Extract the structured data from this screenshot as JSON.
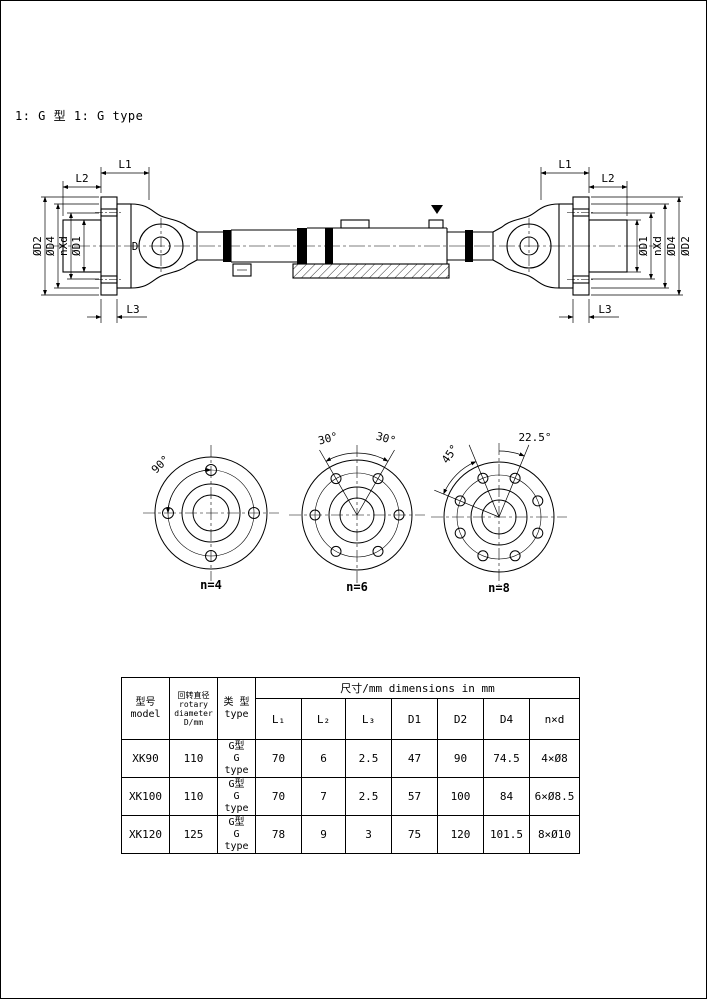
{
  "title": "1: G 型 1: G type",
  "shaft": {
    "dim_l1_left": "L1",
    "dim_l2_left": "L2",
    "dim_l3_left": "L3",
    "dim_d2_left": "ØD2",
    "dim_d4_left": "ØD4",
    "dim_nxd_left": "nXd",
    "dim_d1_left": "ØD1",
    "dim_d": "D",
    "dim_l1_right": "L1",
    "dim_l2_right": "L2",
    "dim_l3_right": "L3",
    "dim_d1_right": "ØD1",
    "dim_nxd_right": "nXd",
    "dim_d4_right": "ØD4",
    "dim_d2_right": "ØD2"
  },
  "flange_views": [
    {
      "angles": [
        "90°"
      ],
      "label": "n=4"
    },
    {
      "angles": [
        "30°",
        "30°"
      ],
      "label": "n=6"
    },
    {
      "angles": [
        "45°",
        "22.5°"
      ],
      "label": "n=8"
    }
  ],
  "table": {
    "header": {
      "model_zh": "型号",
      "model_en": "model",
      "rotary": [
        "回转直径",
        "rotary",
        "diameter",
        "D/mm"
      ],
      "type_zh": "类 型",
      "type_en": "type",
      "dims_title": "尺寸/mm  dimensions in mm",
      "cols": [
        "L₁",
        "L₂",
        "L₃",
        "D1",
        "D2",
        "D4",
        "n×d"
      ]
    },
    "rows": [
      {
        "model": "XK90",
        "d": "110",
        "type_zh": "G型",
        "type_en": "G type",
        "l1": "70",
        "l2": "6",
        "l3": "2.5",
        "d1": "47",
        "d2": "90",
        "d4": "74.5",
        "nxd": "4×Ø8"
      },
      {
        "model": "XK100",
        "d": "110",
        "type_zh": "G型",
        "type_en": "G type",
        "l1": "70",
        "l2": "7",
        "l3": "2.5",
        "d1": "57",
        "d2": "100",
        "d4": "84",
        "nxd": "6×Ø8.5"
      },
      {
        "model": "XK120",
        "d": "125",
        "type_zh": "G型",
        "type_en": "G type",
        "l1": "78",
        "l2": "9",
        "l3": "3",
        "d1": "75",
        "d2": "120",
        "d4": "101.5",
        "nxd": "8×Ø10"
      }
    ]
  }
}
